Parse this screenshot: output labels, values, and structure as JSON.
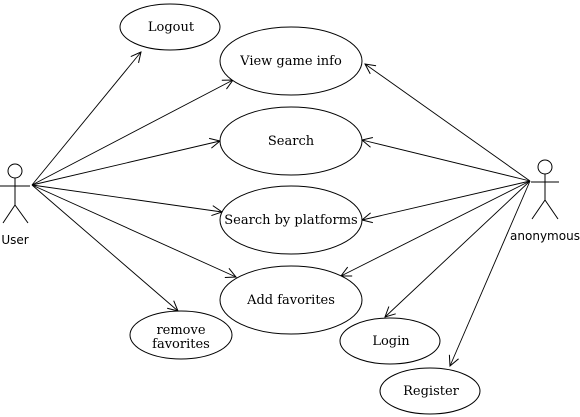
{
  "actors": {
    "user": {
      "label": "User"
    },
    "anonymous": {
      "label": "anonymous"
    }
  },
  "use_cases": {
    "logout": "Logout",
    "view_game_info": "View game info",
    "search": "Search",
    "search_by_platforms": "Search by platforms",
    "add_favorites": "Add favorites",
    "remove_favorites": [
      "remove",
      "favorites"
    ],
    "login": "Login",
    "register": "Register"
  },
  "associations": [
    {
      "from": "User",
      "to": "Logout"
    },
    {
      "from": "User",
      "to": "View game info"
    },
    {
      "from": "User",
      "to": "Search"
    },
    {
      "from": "User",
      "to": "Search by platforms"
    },
    {
      "from": "User",
      "to": "Add favorites"
    },
    {
      "from": "User",
      "to": "remove favorites"
    },
    {
      "from": "anonymous",
      "to": "View game info"
    },
    {
      "from": "anonymous",
      "to": "Search"
    },
    {
      "from": "anonymous",
      "to": "Search by platforms"
    },
    {
      "from": "anonymous",
      "to": "Add favorites"
    },
    {
      "from": "anonymous",
      "to": "Login"
    },
    {
      "from": "anonymous",
      "to": "Register"
    }
  ]
}
